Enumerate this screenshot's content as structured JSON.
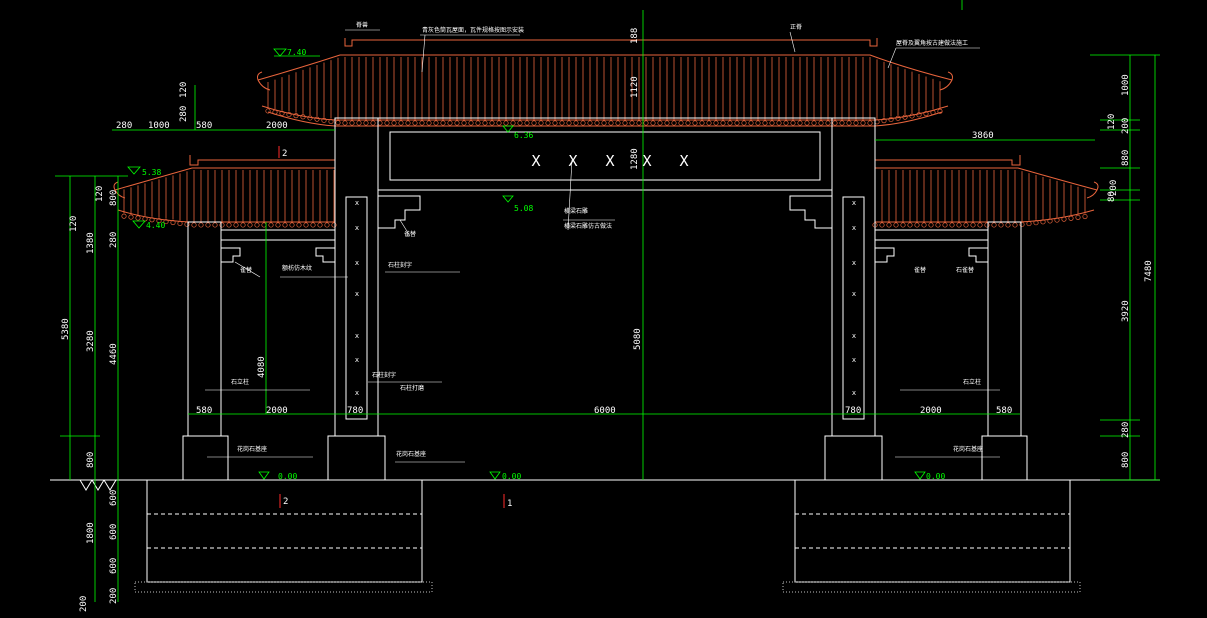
{
  "colors": {
    "background": "#000000",
    "structure": "#ffffff",
    "roof_tiles": "#e8643c",
    "dimension": "#00ff00",
    "elevation_marker": "#00ff00",
    "section_marker": "#ff2a2a",
    "hatch": "#bfbfbf"
  },
  "plaque": {
    "marks": [
      "X",
      "X",
      "X",
      "X",
      "X"
    ]
  },
  "elevations": {
    "main_roof_top": "7.40",
    "main_ridge_bottom": "6.36",
    "side_roof_top": "5.38",
    "side_eave": "4.40",
    "beam_bottom": "5.08",
    "ground_left": "0.00",
    "ground_center": "0.00",
    "ground_right": "0.00"
  },
  "section_marks": {
    "upper": "2",
    "lower_left": "2",
    "lower_center": "1"
  },
  "top_dims": {
    "d280": "280",
    "d1000": "1000",
    "d580": "580",
    "d2000": "2000",
    "d3860": "3860",
    "d188": "188",
    "d1120": "1120",
    "d1280": "1280"
  },
  "mid_dims": {
    "d580_l": "580",
    "d2000_l": "2000",
    "d780_l": "780",
    "d6000": "6000",
    "d780_r": "780",
    "d2000_r": "2000",
    "d580_r": "580"
  },
  "vertical_dims": {
    "left_5380": "5380",
    "left_3280": "3280",
    "left_4460": "4460",
    "left_800": "800",
    "left_120a": "120",
    "left_800b": "800",
    "left_120b": "120",
    "left_1380": "1380",
    "left_280": "280",
    "col_4080": "4080",
    "center_5080": "5080",
    "top_280": "280",
    "top_120": "120",
    "right_1000": "1000",
    "right_120": "120",
    "right_200": "200",
    "right_880": "880",
    "right_200b": "200",
    "right_80": "80",
    "right_3920": "3920",
    "right_7480": "7480",
    "right_280": "280",
    "right_800": "800",
    "found_600a": "600",
    "found_600b": "600",
    "found_600c": "600",
    "found_1800": "1800",
    "found_200": "200",
    "found_200b": "200"
  },
  "notes": {
    "top_left_label": "脊兽",
    "top_center_note": "青灰色筒瓦屋面，瓦件规格按图示安装",
    "top_right_label": "正脊",
    "top_far_right_note": "屋脊及翼角按古建做法施工",
    "bracket_left_main": "雀替",
    "bracket_left_side": "雀替",
    "beam_note_left": "额枋仿木纹",
    "col_note_1": "石柱刻字",
    "col_note_2": "石柱刻字",
    "col_note_3": "石柱打磨",
    "center_note_1": "横梁石雕",
    "center_note_2": "横梁石雕仿古做法",
    "side_col_left": "石立柱",
    "side_col_right": "石立柱",
    "base_note_left": "花岗石基座",
    "base_note_center": "花岗石基座",
    "base_note_right": "花岗石基座",
    "bracket_right_side": "雀替",
    "bracket_right_side2": "石雀替"
  }
}
